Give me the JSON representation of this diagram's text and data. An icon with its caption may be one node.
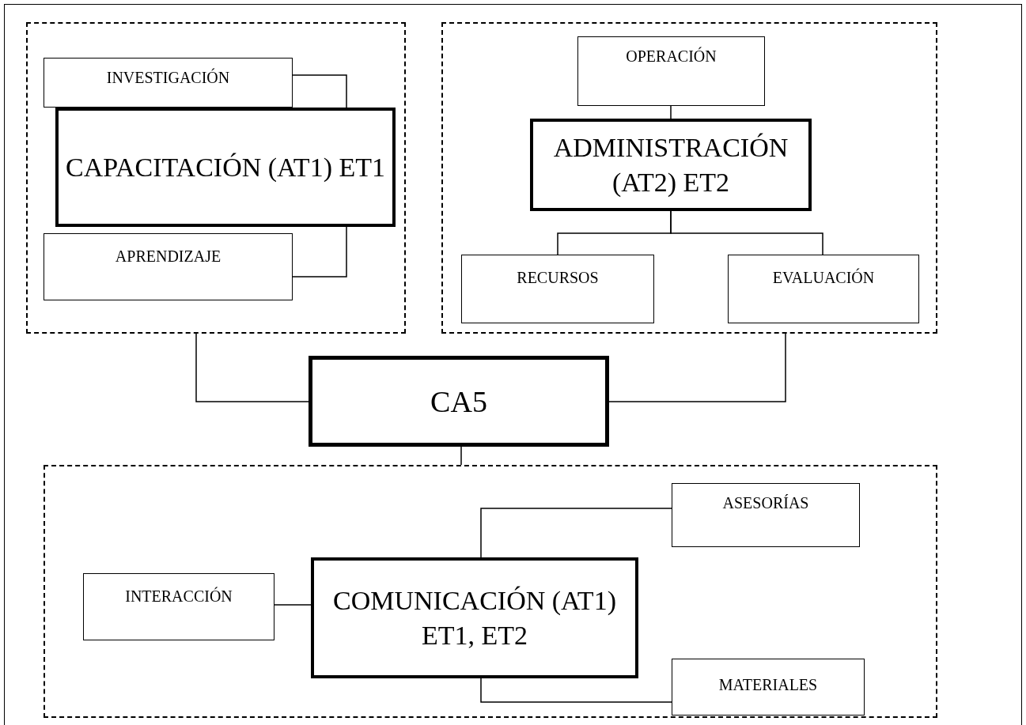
{
  "diagram": {
    "nodes": [
      {
        "text": [],
        "shape": "box"
      },
      {
        "text": [
          "INVESTIGACIÓN"
        ],
        "in": 0
      },
      {
        "text": [
          "CAPACITACIÓN (AT1) ET1"
        ],
        "in": 0
      },
      {
        "text": [
          "APRENDIZAJE"
        ],
        "in": 0
      },
      {
        "text": [],
        "shape": "box"
      },
      {
        "text": [
          "OPERACIÓN"
        ],
        "in": 4
      },
      {
        "text": [
          "ADMINISTRACIÓN (AT2) ET2"
        ],
        "in": 4
      },
      {
        "text": [
          "RECURSOS"
        ],
        "in": 4
      },
      {
        "text": [
          "EVALUACIÓN"
        ],
        "in": 4
      },
      {
        "text": [
          "CA5"
        ]
      },
      {
        "text": [],
        "shape": "box"
      },
      {
        "text": [
          "ASESORÍAS"
        ],
        "in": 10
      },
      {
        "text": [
          "INTERACCIÓN"
        ],
        "in": 10
      },
      {
        "text": [
          "COMUNICACIÓN (AT1) ET1, ET2"
        ],
        "in": 10
      },
      {
        "text": [
          "MATERIALES"
        ],
        "in": 10
      }
    ],
    "edges": [
      {
        "from": 1,
        "to": 2,
        "arrow": "none"
      },
      {
        "from": 3,
        "to": 2,
        "arrow": "none"
      },
      {
        "from": 5,
        "to": 6,
        "arrow": "none"
      },
      {
        "from": 6,
        "to": 7,
        "arrow": "none"
      },
      {
        "from": 6,
        "to": 8,
        "arrow": "none"
      },
      {
        "from": 0,
        "to": 9,
        "arrow": "none"
      },
      {
        "from": 4,
        "to": 9,
        "arrow": "none"
      },
      {
        "from": 9,
        "to": 10,
        "arrow": "none"
      },
      {
        "from": 11,
        "to": 13,
        "arrow": "none"
      },
      {
        "from": 12,
        "to": 13,
        "arrow": "none"
      },
      {
        "from": 13,
        "to": 14,
        "arrow": "none"
      }
    ]
  }
}
